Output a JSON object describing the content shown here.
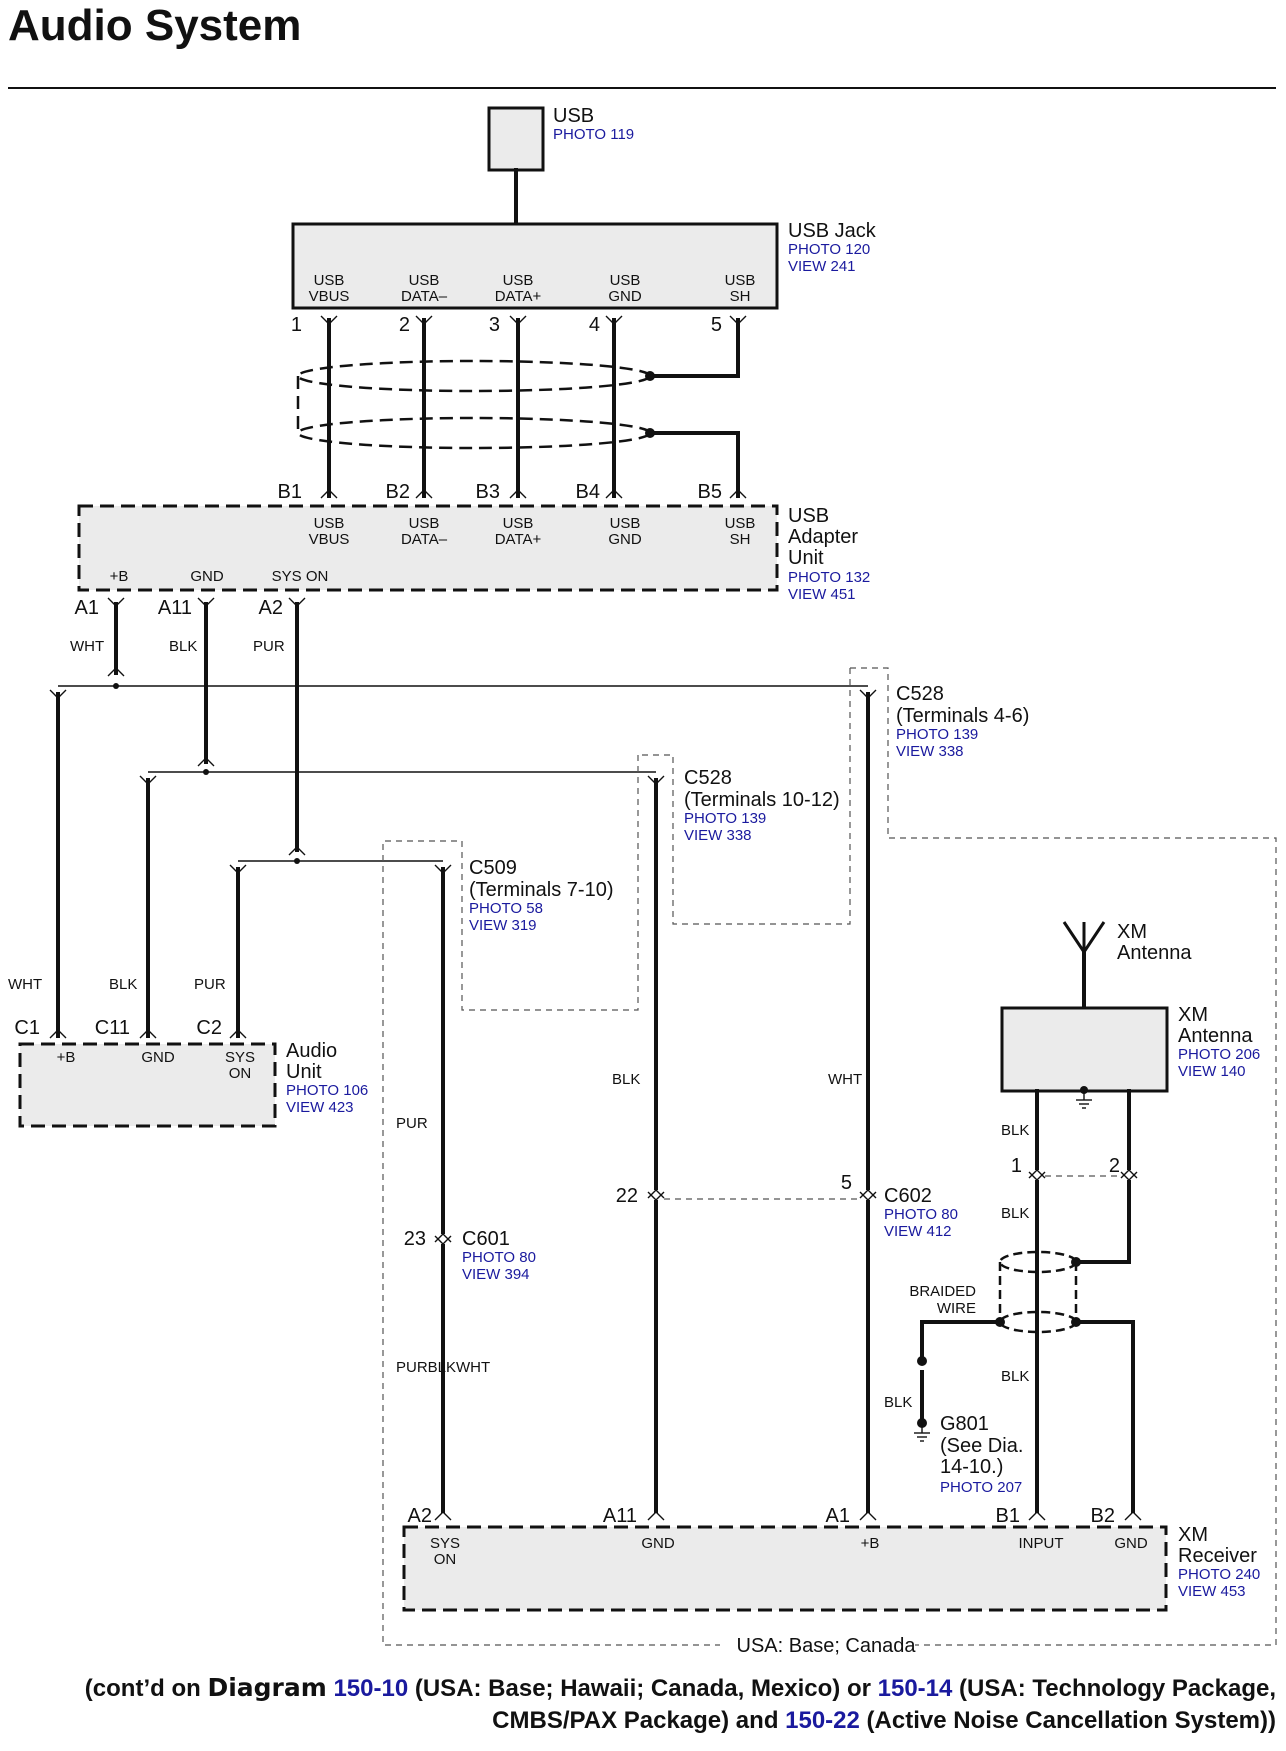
{
  "title": "Audio System",
  "components": {
    "usb": {
      "name": "USB",
      "photo": "PHOTO 119"
    },
    "usb_jack": {
      "name": "USB Jack",
      "photo": "PHOTO 120",
      "view": "VIEW 241",
      "pins": [
        {
          "num": "1",
          "line1": "USB",
          "line2": "VBUS"
        },
        {
          "num": "2",
          "line1": "USB",
          "line2": "DATA–"
        },
        {
          "num": "3",
          "line1": "USB",
          "line2": "DATA+"
        },
        {
          "num": "4",
          "line1": "USB",
          "line2": "GND"
        },
        {
          "num": "5",
          "line1": "USB",
          "line2": "SH"
        }
      ]
    },
    "usb_adapter": {
      "name_line1": "USB",
      "name_line2": "Adapter",
      "name_line3": "Unit",
      "photo": "PHOTO 132",
      "view": "VIEW 451",
      "top_pins": [
        {
          "num": "B1",
          "line1": "USB",
          "line2": "VBUS"
        },
        {
          "num": "B2",
          "line1": "USB",
          "line2": "DATA–"
        },
        {
          "num": "B3",
          "line1": "USB",
          "line2": "DATA+"
        },
        {
          "num": "B4",
          "line1": "USB",
          "line2": "GND"
        },
        {
          "num": "B5",
          "line1": "USB",
          "line2": "SH"
        }
      ],
      "bottom_pins": [
        {
          "num": "A1",
          "label": "+B",
          "wire": "WHT"
        },
        {
          "num": "A11",
          "label": "GND",
          "wire": "BLK"
        },
        {
          "num": "A2",
          "label": "SYS ON",
          "wire": "PUR"
        }
      ]
    },
    "audio_unit": {
      "name_line1": "Audio",
      "name_line2": "Unit",
      "photo": "PHOTO 106",
      "view": "VIEW 423",
      "pins": [
        {
          "num": "C1",
          "label": "+B",
          "wire": "WHT"
        },
        {
          "num": "C11",
          "label": "GND",
          "wire": "BLK"
        },
        {
          "num": "C2",
          "label_line1": "SYS",
          "label_line2": "ON",
          "wire": "PUR"
        }
      ]
    },
    "xm_antenna": {
      "symbol_line1": "XM",
      "symbol_line2": "Antenna",
      "name_line1": "XM",
      "name_line2": "Antenna",
      "photo": "PHOTO 206",
      "view": "VIEW 140"
    },
    "xm_receiver": {
      "name_line1": "XM",
      "name_line2": "Receiver",
      "photo": "PHOTO 240",
      "view": "VIEW 453",
      "pins": [
        {
          "num": "A2",
          "label_line1": "SYS",
          "label_line2": "ON"
        },
        {
          "num": "A11",
          "label": "GND"
        },
        {
          "num": "A1",
          "label": "+B"
        },
        {
          "num": "B1",
          "label": "INPUT"
        },
        {
          "num": "B2",
          "label": "GND"
        }
      ]
    }
  },
  "connectors": {
    "c528_a": {
      "name": "C528",
      "terminals": "(Terminals 4-6)",
      "photo": "PHOTO 139",
      "view": "VIEW 338"
    },
    "c528_b": {
      "name": "C528",
      "terminals": "(Terminals 10-12)",
      "photo": "PHOTO 139",
      "view": "VIEW 338"
    },
    "c509": {
      "name": "C509",
      "terminals": "(Terminals 7-10)",
      "photo": "PHOTO 58",
      "view": "VIEW 319"
    },
    "c601": {
      "name": "C601",
      "pin": "23",
      "photo": "PHOTO 80",
      "view": "VIEW 394"
    },
    "c602": {
      "name": "C602",
      "pin_left": "22",
      "pin_right": "5",
      "photo": "PHOTO 80",
      "view": "VIEW 412"
    },
    "xm_ant_conn": {
      "pin_left": "1",
      "pin_right": "2"
    }
  },
  "ground": {
    "name": "G801",
    "line1": "(See  Dia.",
    "line2": "14-10.)",
    "photo": "PHOTO 207"
  },
  "wire_labels": {
    "pur": "PUR",
    "blk": "BLK",
    "wht": "WHT",
    "merged": "PURBLKWHT",
    "braided_line1": "BRAIDED",
    "braided_line2": "WIRE"
  },
  "region_label": "USA: Base; Canada",
  "footer": {
    "p1": "(cont’d on ",
    "diagram": "Diagram",
    "link1": "150-10",
    "p2": " (USA: Base; Hawaii; Canada, Mexico) or ",
    "link2": "150-14",
    "p3": " (USA: Technology Package,",
    "p4": "CMBS/PAX Package) and ",
    "link3": "150-22",
    "p5": " (Active Noise Cancellation System))"
  }
}
